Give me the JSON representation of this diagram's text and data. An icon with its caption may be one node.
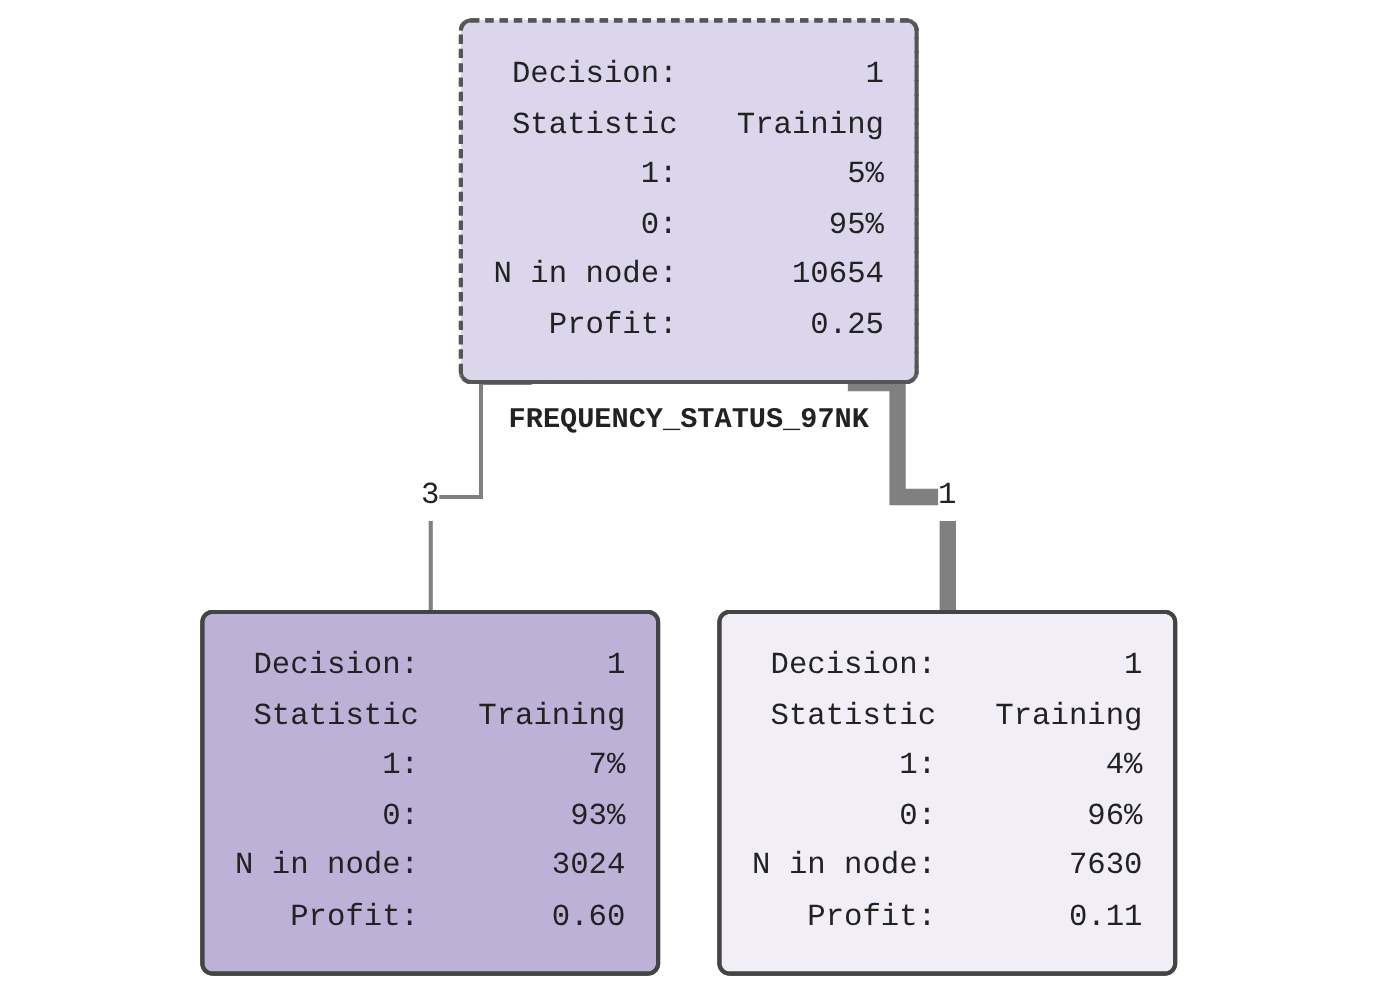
{
  "diagram": {
    "nodes": [
      {
        "text": [
          "Decision:",
          "1",
          "Statistic",
          "Training",
          "1:",
          "5%",
          "0:",
          "95%",
          "N in node:",
          "10654",
          "Profit:",
          "0.25"
        ],
        "beside": [
          "FREQUENCY_STATUS_97NK"
        ]
      },
      {
        "text": [
          "Decision:",
          "1",
          "Statistic",
          "Training",
          "1:",
          "7%",
          "0:",
          "93%",
          "N in node:",
          "3024",
          "Profit:",
          "0.60"
        ]
      },
      {
        "text": [
          "Decision:",
          "1",
          "Statistic",
          "Training",
          "1:",
          "4%",
          "0:",
          "96%",
          "N in node:",
          "7630",
          "Profit:",
          "0.11"
        ]
      }
    ],
    "edges": [
      {
        "from": 0,
        "to": 1,
        "arrow": "none",
        "label": "3"
      },
      {
        "from": 0,
        "to": 2,
        "arrow": "none",
        "label": "1",
        "style": "thick"
      }
    ]
  }
}
